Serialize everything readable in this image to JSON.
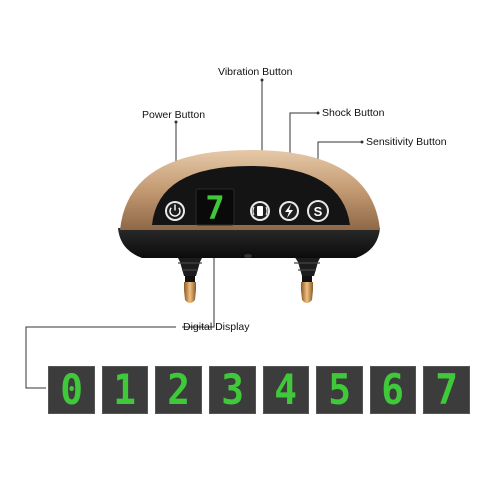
{
  "callouts": {
    "vibration": "Vibration Button",
    "power": "Power Button",
    "shock": "Shock Button",
    "sensitivity": "Sensitivity Button",
    "display": "Digital Display"
  },
  "device": {
    "display_value": "7",
    "sensitivity_letter": "S"
  },
  "digits": [
    "0",
    "1",
    "2",
    "3",
    "4",
    "5",
    "6",
    "7"
  ],
  "colors": {
    "shell": "#c9a07a",
    "face": "#151515",
    "digit_green": "#3ec83a",
    "digit_cell": "#3c3c3c"
  },
  "icons": [
    "power-icon",
    "vibration-icon",
    "lightning-icon",
    "s-letter-icon"
  ]
}
